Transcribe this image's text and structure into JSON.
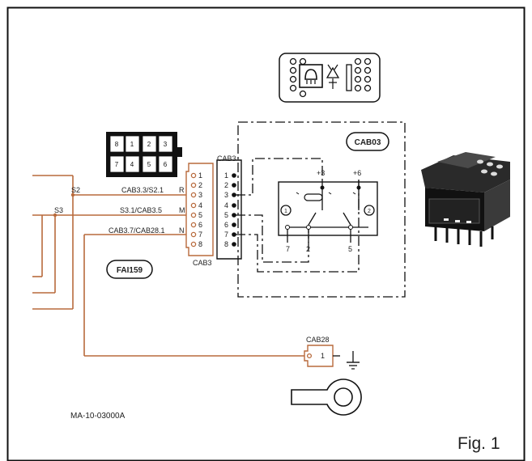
{
  "figure_label": "Fig. 1",
  "doc_code": "MA-10-03000A",
  "connectors": {
    "cab3_left": "CAB3",
    "cab3_right_top": "CAB3",
    "cab3_bottom": "CAB3",
    "cab03": "CAB03",
    "cab28": "CAB28",
    "fai159": "FAI159"
  },
  "splices": {
    "s2": "S2",
    "s3": "S3"
  },
  "wires": [
    {
      "label": "CAB3.3/S2.1",
      "code": "R"
    },
    {
      "label": "S3.1/CAB3.5",
      "code": "M"
    },
    {
      "label": "CAB3.7/CAB28.1",
      "code": "N"
    }
  ],
  "left_pins": [
    "1",
    "2",
    "3",
    "4",
    "5",
    "6",
    "7",
    "8"
  ],
  "right_pins": [
    "1",
    "2",
    "3",
    "4",
    "5",
    "6",
    "7",
    "8"
  ],
  "switch_terminals": {
    "plus3": "+3",
    "plus6": "+6",
    "t7": "7",
    "t2": "2",
    "t5": "5",
    "c1": "1",
    "c2": "2"
  },
  "cab28_pin": "1",
  "colors": {
    "wire": "#b86a3c",
    "ink": "#111111"
  },
  "icons": [
    "wiper-washer-icon",
    "work-light-icon",
    "ground-icon",
    "ring-terminal-icon",
    "rocker-switch-icon"
  ]
}
